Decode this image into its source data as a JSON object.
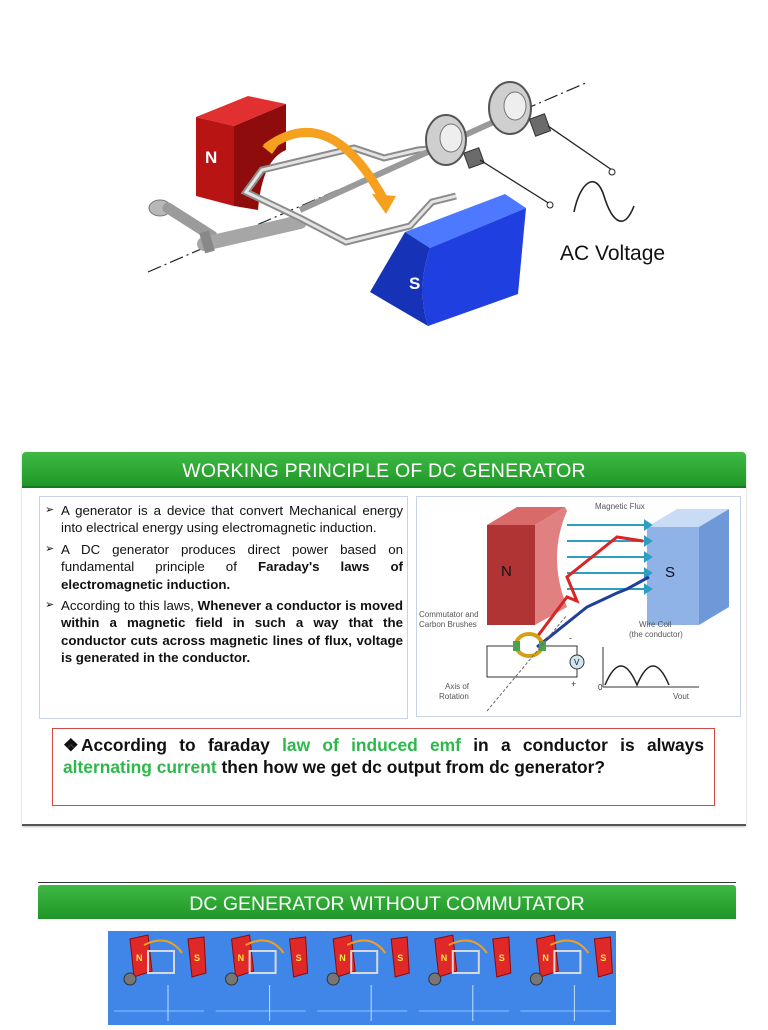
{
  "figure1": {
    "north_label": "N",
    "south_label": "S",
    "voltage_label": "AC Voltage"
  },
  "slide1": {
    "title": "WORKING PRINCIPLE OF DC GENERATOR",
    "bullets": [
      {
        "text": "A generator is a device that convert Mechanical energy into electrical energy using electromagnetic induction."
      },
      {
        "text_before": "A DC generator produces direct power based on fundamental principle of ",
        "bold": "Faraday's laws of electromagnetic induction",
        "text_after": "."
      },
      {
        "text_before": "According to this laws, ",
        "bold": "Whenever a conductor is moved within a magnetic field in such a way that the conductor cuts across magnetic lines of flux, voltage is generated in the conductor",
        "text_after": "."
      }
    ],
    "diagram": {
      "magnetic_flux": "Magnetic Flux",
      "north": "N",
      "south": "S",
      "commutator_line1": "Commutator and",
      "commutator_line2": "Carbon Brushes",
      "wire_coil_line1": "Wire Coil",
      "wire_coil_line2": "(the conductor)",
      "axis_line1": "Axis of",
      "axis_line2": "Rotation",
      "meter": "V",
      "plus": "+",
      "minus": "-",
      "zero": "0",
      "vout": "Vout"
    },
    "question": {
      "bullet_symbol": "❖",
      "part1": "According to faraday ",
      "green1": "law of induced emf",
      "part2": " in a conductor is always ",
      "green2": "alternating current",
      "part3": " then how we get dc output from dc generator?"
    }
  },
  "slide2": {
    "title": "DC GENERATOR WITHOUT COMMUTATOR",
    "frame_labels": [
      "N",
      "S",
      "N",
      "S",
      "N",
      "S",
      "N",
      "S",
      "N",
      "S"
    ]
  }
}
